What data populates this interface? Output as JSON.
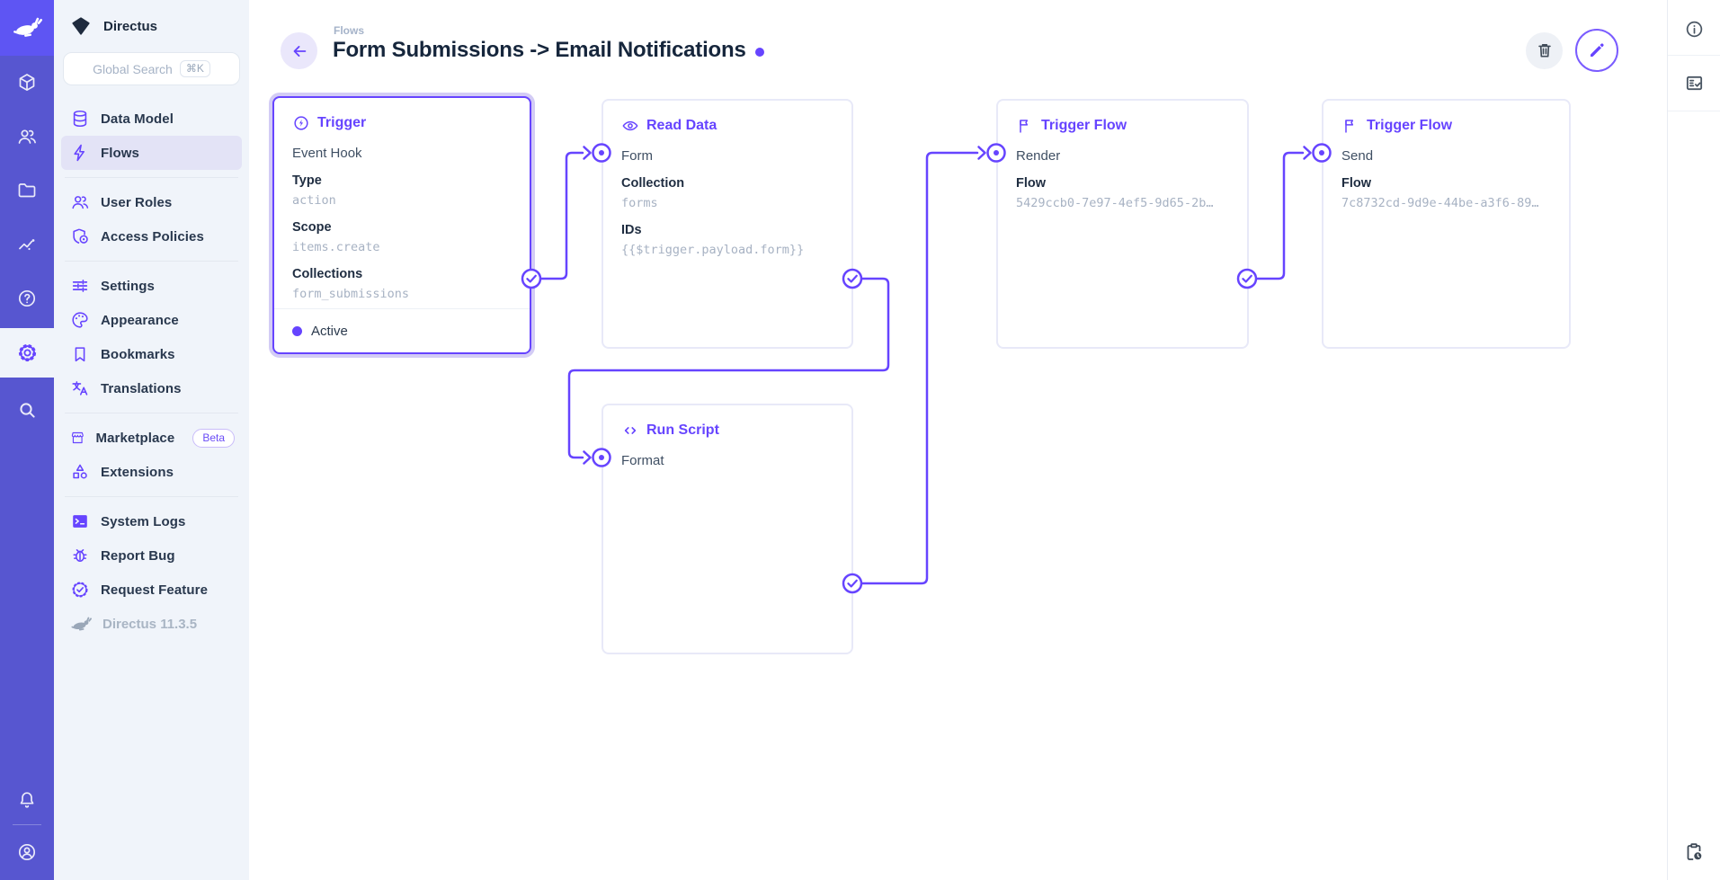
{
  "accent": "#6644ff",
  "sidebar": {
    "project_name": "Directus",
    "search_placeholder": "Global Search",
    "search_shortcut": "⌘K",
    "items": [
      {
        "label": "Data Model",
        "icon": "database-icon"
      },
      {
        "label": "Flows",
        "icon": "bolt-icon",
        "active": true
      },
      {
        "label": "User Roles",
        "icon": "users-icon"
      },
      {
        "label": "Access Policies",
        "icon": "shield-lock-icon"
      },
      {
        "label": "Settings",
        "icon": "tune-icon"
      },
      {
        "label": "Appearance",
        "icon": "palette-icon"
      },
      {
        "label": "Bookmarks",
        "icon": "bookmark-icon"
      },
      {
        "label": "Translations",
        "icon": "translate-icon"
      },
      {
        "label": "Marketplace",
        "icon": "storefront-icon",
        "badge": "Beta"
      },
      {
        "label": "Extensions",
        "icon": "shapes-icon"
      },
      {
        "label": "System Logs",
        "icon": "terminal-icon"
      },
      {
        "label": "Report Bug",
        "icon": "bug-icon"
      },
      {
        "label": "Request Feature",
        "icon": "seal-check-icon"
      }
    ],
    "version": "Directus 11.3.5"
  },
  "header": {
    "breadcrumb": "Flows",
    "title": "Form Submissions -> Email Notifications"
  },
  "flow": {
    "panels": {
      "trigger": {
        "title": "Trigger",
        "name": "Event Hook",
        "fields": [
          {
            "label": "Type",
            "value": "action"
          },
          {
            "label": "Scope",
            "value": "items.create"
          },
          {
            "label": "Collections",
            "value": "form_submissions"
          }
        ],
        "status": "Active"
      },
      "read_data": {
        "title": "Read Data",
        "name": "Form",
        "fields": [
          {
            "label": "Collection",
            "value": "forms"
          },
          {
            "label": "IDs",
            "value": "{{$trigger.payload.form}}"
          }
        ]
      },
      "trigger_flow_render": {
        "title": "Trigger Flow",
        "name": "Render",
        "fields": [
          {
            "label": "Flow",
            "value": "5429ccb0-7e97-4ef5-9d65-2b…"
          }
        ]
      },
      "trigger_flow_send": {
        "title": "Trigger Flow",
        "name": "Send",
        "fields": [
          {
            "label": "Flow",
            "value": "7c8732cd-9d9e-44be-a3f6-89…"
          }
        ]
      },
      "run_script": {
        "title": "Run Script",
        "name": "Format"
      }
    }
  }
}
